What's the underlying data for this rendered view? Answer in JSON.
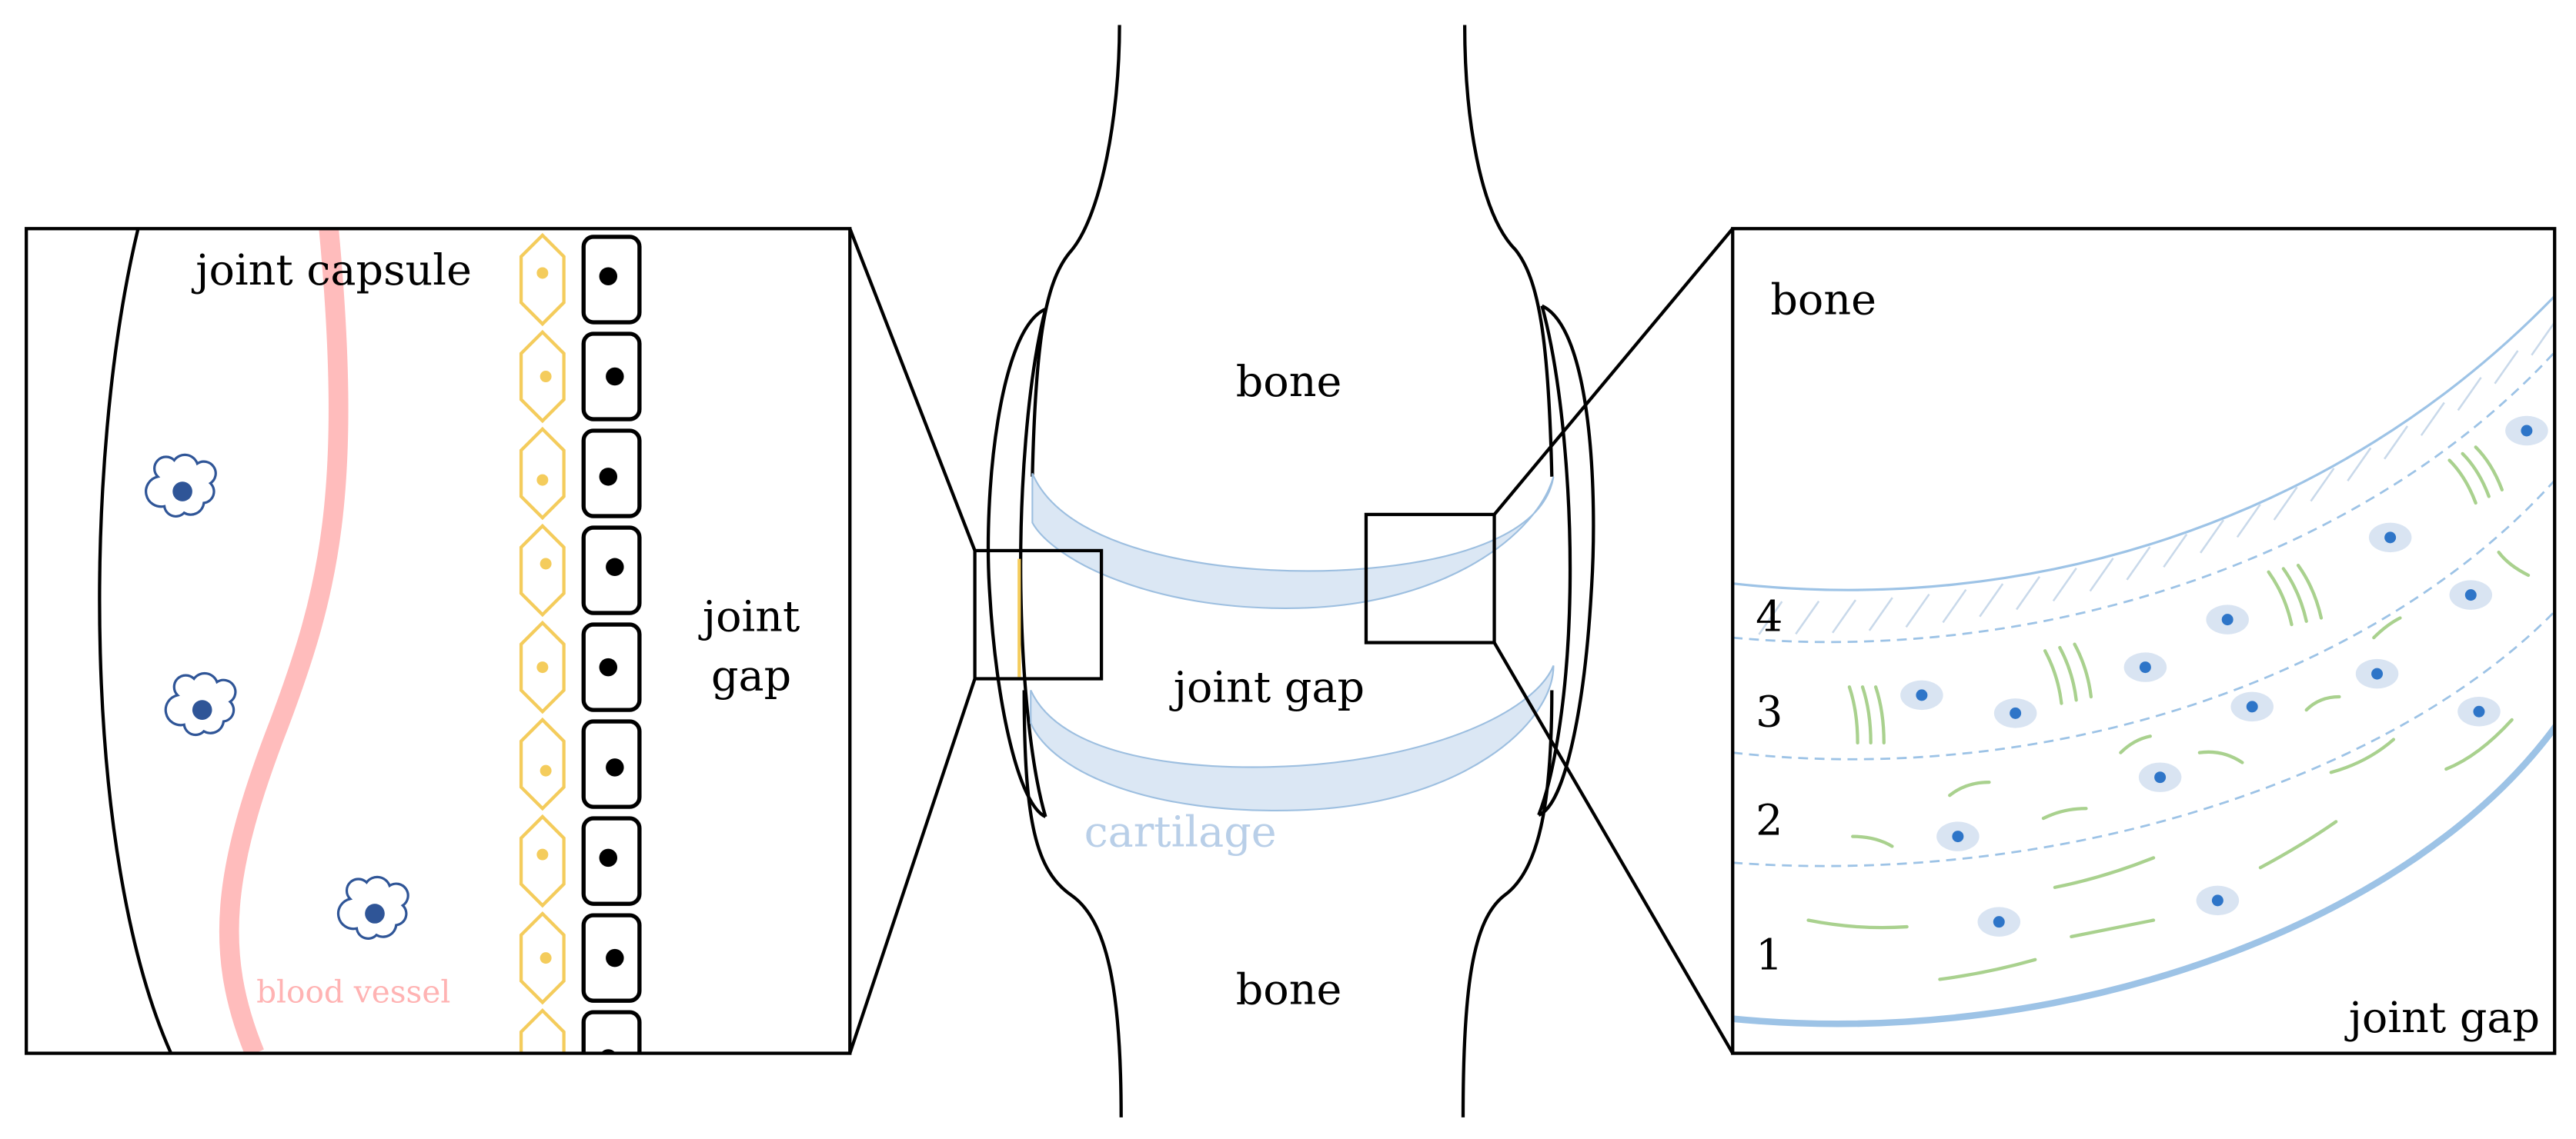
{
  "left_panel": {
    "joint_capsule_label": "joint capsule",
    "joint_gap_label_line1": "joint",
    "joint_gap_label_line2": "gap",
    "blood_vessel_label": "blood vessel"
  },
  "center": {
    "bone_top_label": "bone",
    "joint_gap_label": "joint gap",
    "cartilage_label": "cartilage",
    "bone_bottom_label": "bone"
  },
  "right_panel": {
    "bone_label": "bone",
    "joint_gap_label": "joint gap",
    "zone_labels": [
      "4",
      "3",
      "2",
      "1"
    ]
  },
  "colors": {
    "outline": "#000000",
    "cartilage_fill": "#dbe7f4",
    "cartilage_stroke": "#9dbfe0",
    "cartilage_text": "#b9cfe8",
    "blood_vessel": "#ffbcbc",
    "blood_vessel_text": "#ffb3b3",
    "synoviocyte_yellow": "#f4cc5c",
    "cell_nucleus_blue": "#2f5597",
    "chondrocyte_halo": "#d9e4f2",
    "chondrocyte_nucleus": "#2e75c8",
    "collagen_green": "#a9d18e",
    "zone_line_blue": "#9dc3e6"
  }
}
